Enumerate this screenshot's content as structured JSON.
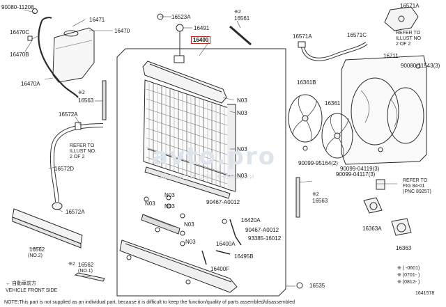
{
  "labels": {
    "p90080_11208": "90080-11208",
    "p16471": "16471",
    "p16470C": "16470C",
    "p16470": "16470",
    "p16470B": "16470B",
    "p16470A": "16470A",
    "p16523A": "16523A",
    "p16491": "16491",
    "p16400": "16400",
    "p16561_mark": "※2",
    "p16561": "16561",
    "p16571A_top": "16571A",
    "p16571A": "16571A",
    "p16571C": "16571C",
    "p16711": "16711",
    "p90080_11543": "90080-11543(3)",
    "p16563_mark": "※2",
    "p16563": "16563",
    "p16572A_top": "16572A",
    "p16572D": "16572D",
    "p16572A": "16572A",
    "p16562": "16562",
    "p16562_no2": "(NO.2)",
    "p16562b_mark": "※2",
    "p16562b": "16562",
    "p16562b_no1": "(NO.1)",
    "pN03_a": "N03",
    "pN03_b": "N03",
    "pN03_c": "N03",
    "pN03_d": "N03",
    "pN03_e": "N03",
    "pN03_f": "N03",
    "pN03_g": "N03",
    "pN03_h": "N03",
    "pN03_i": "N03",
    "p90467_A0012a": "90467-A0012",
    "p16420A": "16420A",
    "p90467_A0012b": "90467-A0012",
    "p93385_16012": "93385-16012",
    "p16400A": "16400A",
    "p16495B": "16495B",
    "p16400F": "16400F",
    "p16535": "16535",
    "p16563b_mark": "※2",
    "p16563b": "16563",
    "p16361B": "16361B",
    "p16361": "16361",
    "p90099_95164": "90099-95164(2)",
    "p90099_04117": "90099-04117(3)",
    "p90099_04119": "90099-04119(3)",
    "p16363A": "16363A",
    "p16363": "16363",
    "p1641578": "1641578",
    "ref1": "REFER TO",
    "ref1b": "ILLUST NO",
    "ref1c": "2 OF 2",
    "ref2": "REFER TO",
    "ref2b": "ILLUST NO.",
    "ref2c": "2 OF 2",
    "ref3": "REFER TO",
    "ref3b": "FIG 84-01",
    "ref3c": "(PNC 89257)",
    "legend1": "※ (    -0601)",
    "legend2": "※ (0701-    )",
    "legend3": "※ (0812-    )",
    "front": "← 自動車前方",
    "front_en": "VEHICLE FRONT SIDE",
    "note": "NOTE:This part is not supplied as an individual part, because it is difficult to keep the function/quality of parts assembled/disassembled",
    "watermark": "avto.pro",
    "watermark2": "Запчасти для иномарки"
  }
}
